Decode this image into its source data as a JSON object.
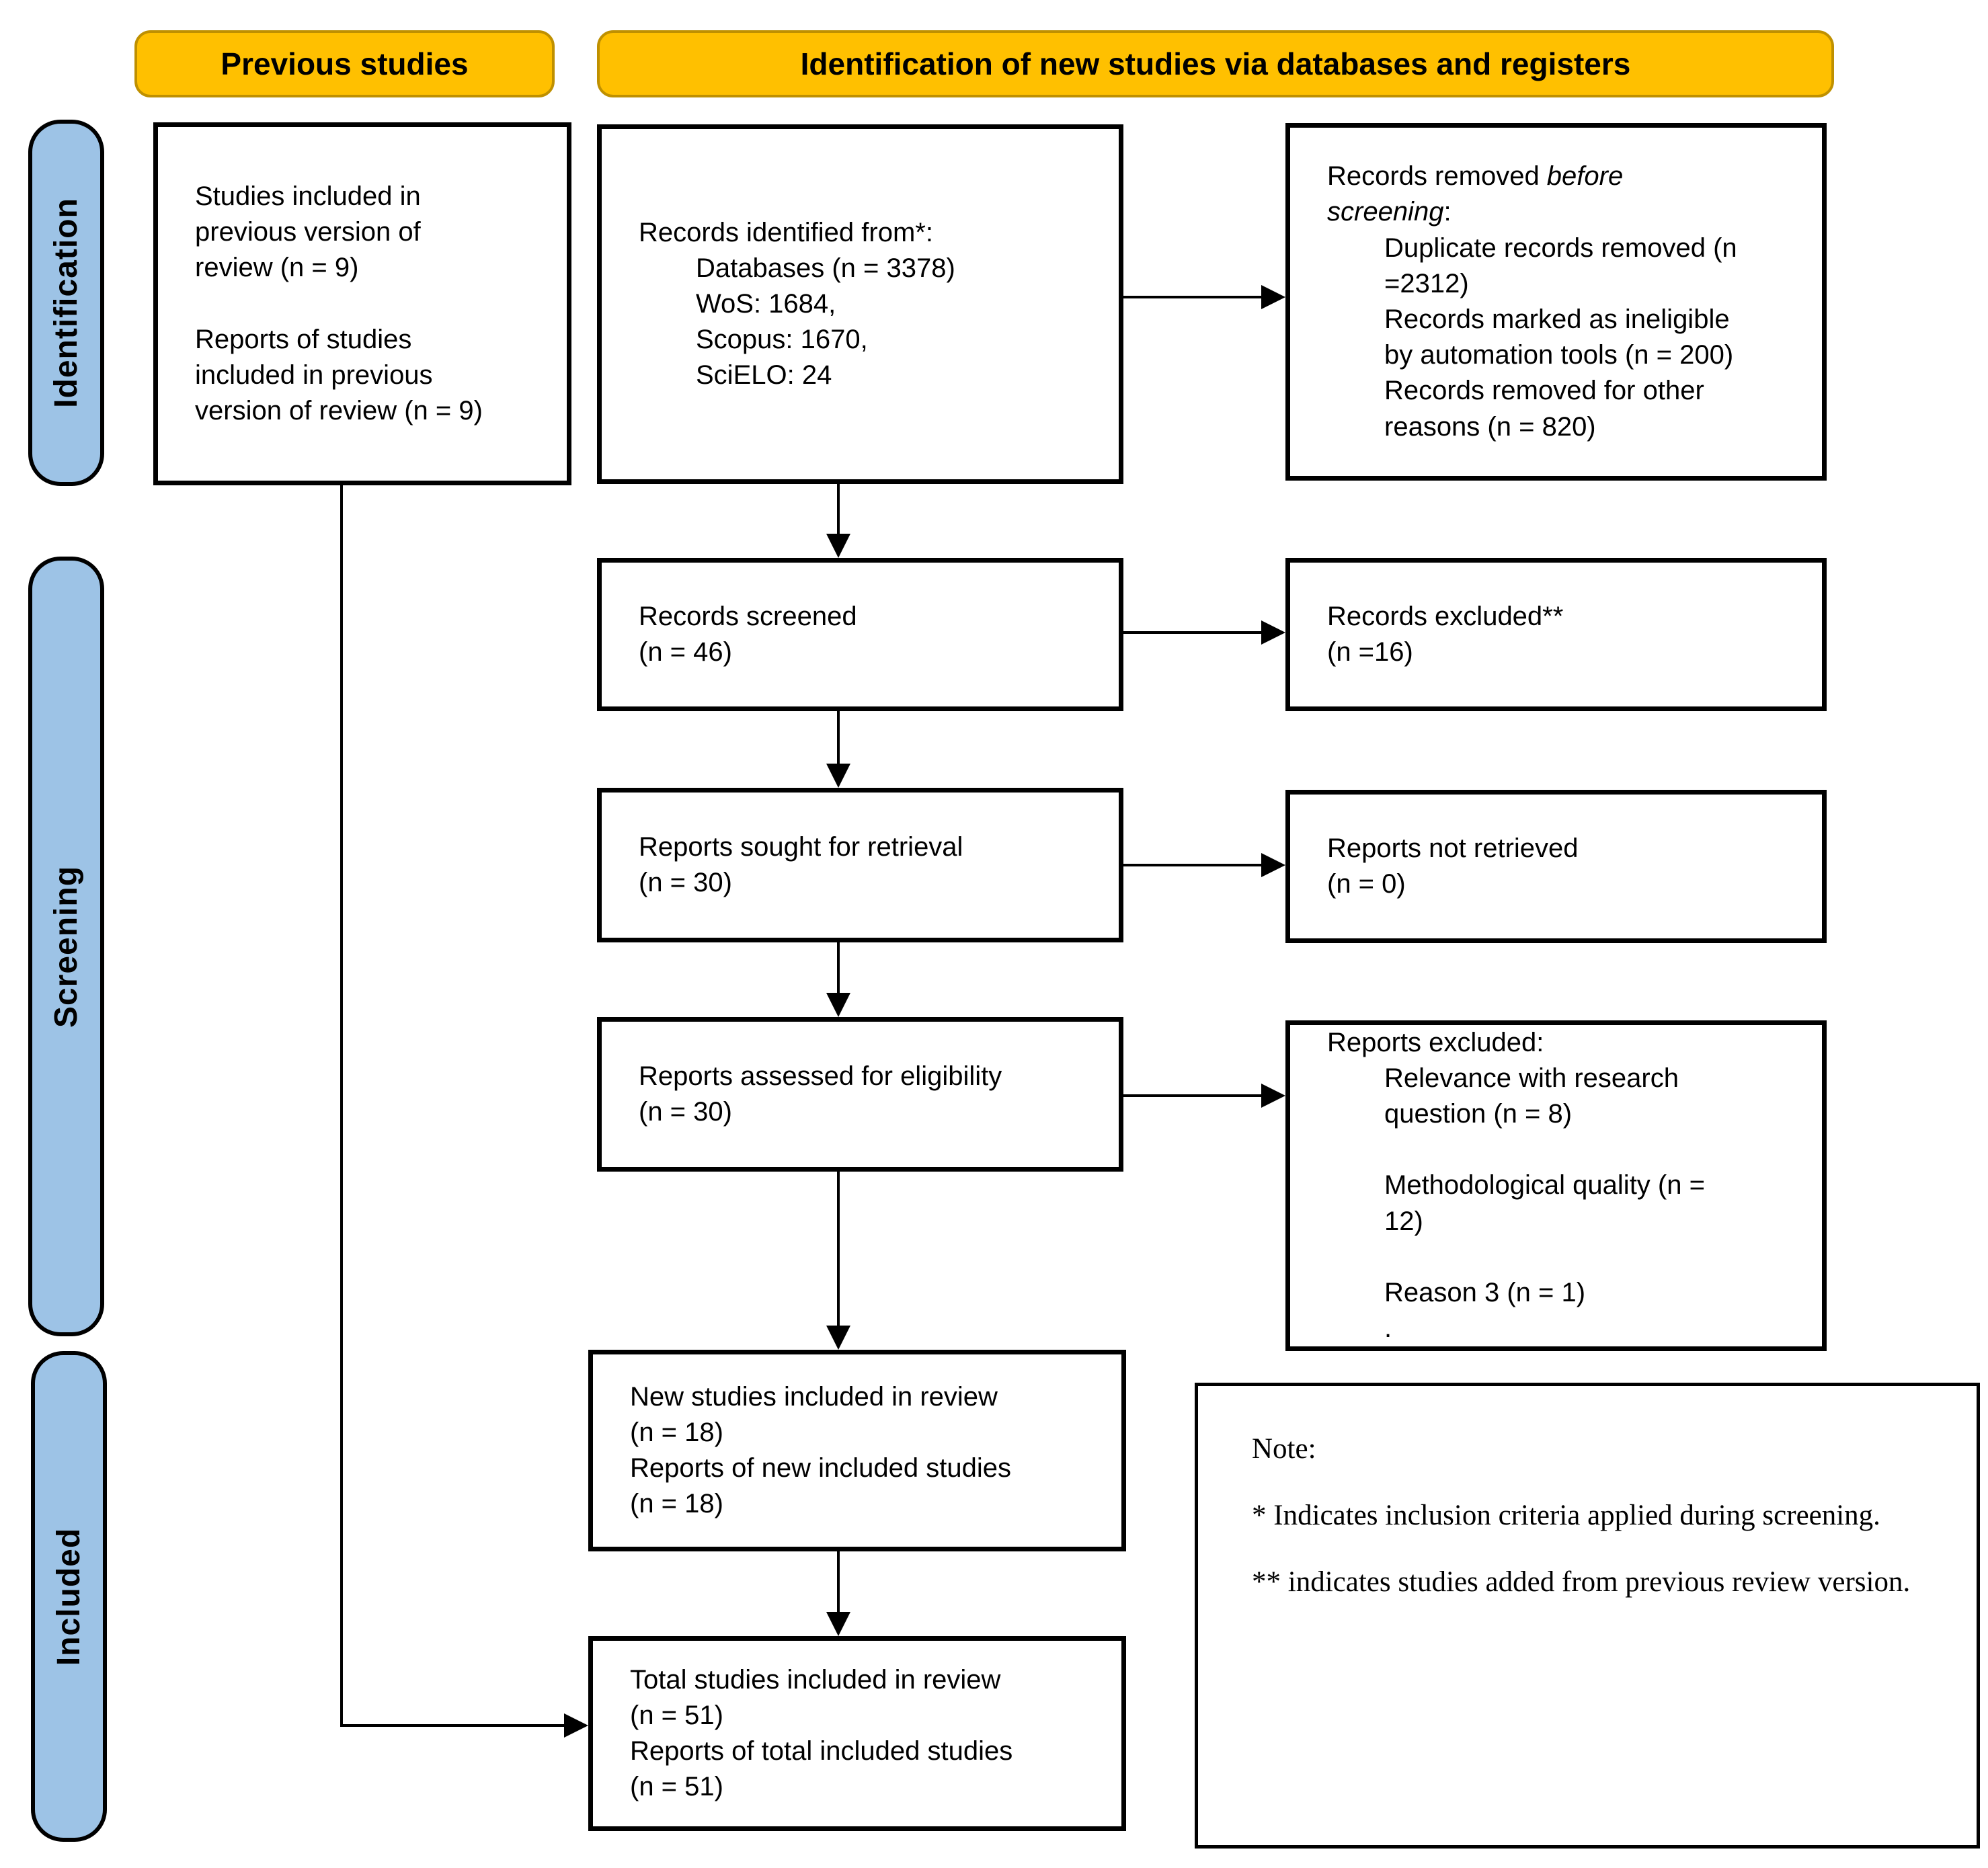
{
  "colors": {
    "header_fill": "#FFC000",
    "header_border": "#BF9000",
    "side_label_fill": "#9DC3E6",
    "box_border": "#000000"
  },
  "headers": {
    "previous": "Previous studies",
    "identification": "Identification of new studies via databases and registers"
  },
  "side_labels": {
    "identification": "Identification",
    "screening": "Screening",
    "included": "Included"
  },
  "boxes": {
    "previous_included": "Studies included in\nprevious version of\nreview (n = 9)\n\nReports of studies\nincluded in previous\nversion of review (n = 9)",
    "records_identified_title": "Records identified from*:",
    "records_identified_items": "Databases (n = 3378)\nWoS: 1684,\nScopus: 1670,\nSciELO: 24",
    "records_removed_title_prefix": "Records removed ",
    "records_removed_title_italic": "before\nscreening",
    "records_removed_title_suffix": ":",
    "records_removed_items": "Duplicate records removed (n\n=2312)\nRecords marked as ineligible\nby automation tools (n = 200)\nRecords removed for other\nreasons (n = 820)",
    "records_screened": "Records screened\n(n = 46)",
    "records_excluded": "Records excluded**\n(n =16)",
    "reports_sought": "Reports sought for retrieval\n(n = 30)",
    "reports_not_retrieved": "Reports not retrieved\n(n = 0)",
    "reports_assessed": "Reports assessed for eligibility\n(n = 30)",
    "reports_excluded_title": "Reports excluded:",
    "reports_excluded_items": "Relevance with research\nquestion (n = 8)\n\nMethodological quality (n =\n12)\n\nReason 3 (n = 1)\n.",
    "new_studies": "New studies included in review\n(n = 18)\nReports of new included studies\n(n = 18)",
    "total_studies": "Total studies included in review\n(n = 51)\nReports of total included studies\n(n = 51)"
  },
  "note": {
    "label": "Note:",
    "line1": "* Indicates inclusion criteria applied during screening.",
    "line2": "** indicates studies added from previous review version."
  }
}
